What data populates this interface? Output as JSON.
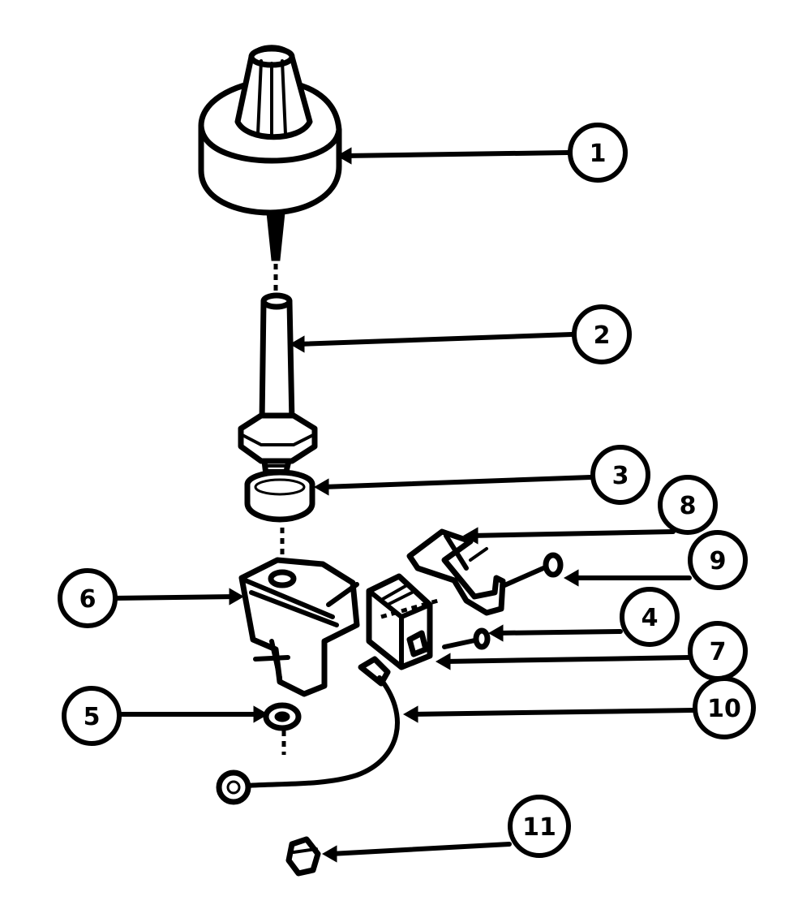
{
  "diagram": {
    "callouts": [
      {
        "id": "callout-1",
        "label": "1"
      },
      {
        "id": "callout-2",
        "label": "2"
      },
      {
        "id": "callout-3",
        "label": "3"
      },
      {
        "id": "callout-4",
        "label": "4"
      },
      {
        "id": "callout-5",
        "label": "5"
      },
      {
        "id": "callout-6",
        "label": "6"
      },
      {
        "id": "callout-7",
        "label": "7"
      },
      {
        "id": "callout-8",
        "label": "8"
      },
      {
        "id": "callout-9",
        "label": "9"
      },
      {
        "id": "callout-10",
        "label": "10"
      },
      {
        "id": "callout-11",
        "label": "11"
      }
    ]
  }
}
